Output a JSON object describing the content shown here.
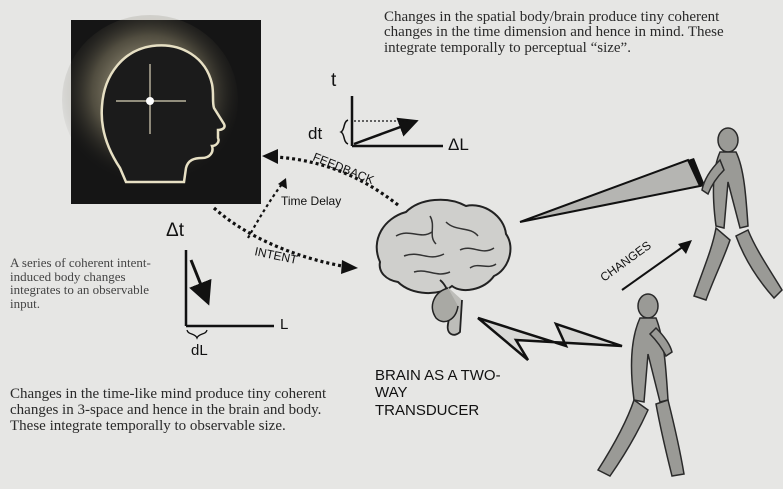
{
  "captions": {
    "top": "Changes in the spatial body/brain produce tiny coherent changes in the time dimension and hence in mind. These integrate temporally to perceptual “size”.",
    "left_series": "A series of coherent intent-induced body changes integrates to an observable input.",
    "left_mind": "Changes in the time-like mind produce tiny coherent changes in 3-space and hence in the brain and body. These integrate temporally to observable size.",
    "brain_transducer": "BRAIN AS A TWO-WAY TRANSDUCER"
  },
  "labels": {
    "t": "t",
    "dt": "dt",
    "delta_L": "ΔL",
    "delta_t": "Δt",
    "L": "L",
    "dL": "dL",
    "feedback": "FEEDBACK",
    "time_delay": "Time Delay",
    "intent": "INTENT",
    "changes": "CHANGES"
  },
  "icons": [
    "head-silhouette-icon",
    "brain-icon",
    "walking-figure-icon",
    "lightning-bolt-icon"
  ],
  "colors": {
    "background": "#e6e6e4",
    "head_panel": "#141414",
    "glow": "#d8d0a8"
  }
}
